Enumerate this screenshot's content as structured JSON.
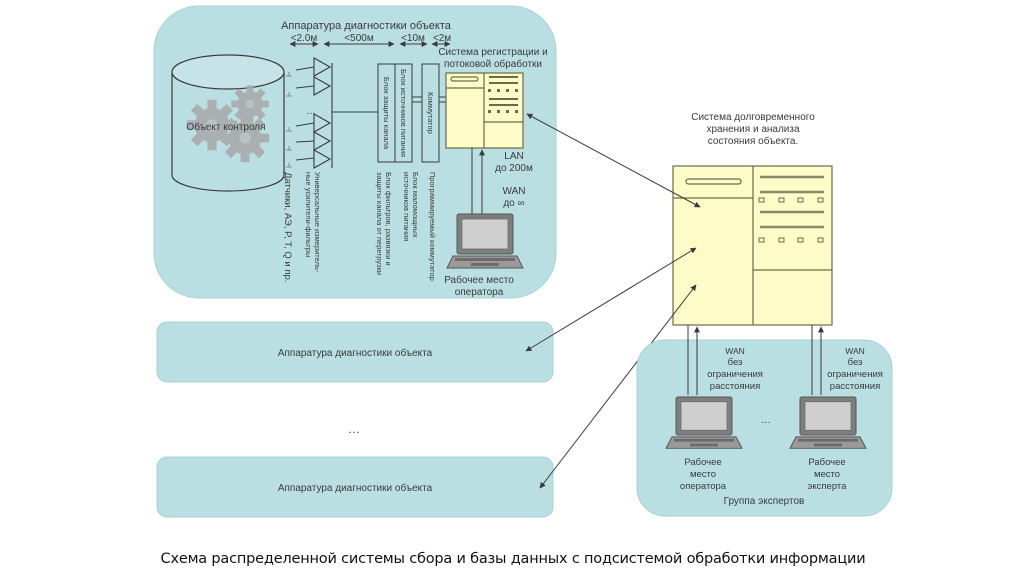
{
  "colors": {
    "panel_fill": "#badfe2",
    "panel_stroke": "#9ccbd0",
    "cabinet_fill": "#fdfbc8",
    "cabinet_stroke": "#6b6b4a",
    "line": "#4a4a4a",
    "gear": "#a9acac",
    "laptop_body": "#8d8d8d",
    "laptop_screen": "#cfcfcf"
  },
  "main_panel": {
    "title": "Аппаратура диагностики объекта",
    "distances": [
      "<2.0м",
      "<500м",
      "<10м",
      "<2м"
    ],
    "object_label": "Объект контроля",
    "dots": "…",
    "vertical_labels": {
      "sensors": "Датчики, АЭ, P, T, Q и пр.",
      "amplifiers_line1": "Универсальные измеритель-",
      "amplifiers_line2": "ные усилители-фильтры",
      "channel_protection": "Блок защиты канала",
      "power_source": "Блок источников питания",
      "switch": "Коммутатор",
      "filters_line1": "Блок фильтров, развязки и",
      "filters_line2": "защиты канала от перегрузки",
      "lowpower_line1": "Блок маломощных",
      "lowpower_line2": "источников питания",
      "prog_switch": "Программируемый коммутатор"
    },
    "registration_system_line1": "Система регистрации и",
    "registration_system_line2": "потоковой обработки",
    "lan_line1": "LAN",
    "lan_line2": "до 200м",
    "wan_line1": "WAN",
    "wan_line2": "до ∞",
    "operator_line1": "Рабочее место",
    "operator_line2": "оператора"
  },
  "object_boxes": [
    {
      "label": "Аппаратура диагностики объекта"
    },
    {
      "label": "Аппаратура диагностики объекта"
    }
  ],
  "between_dots": "…",
  "storage_system": {
    "line1": "Система долговременного",
    "line2": "хранения и анализа",
    "line3": "состояния объекта."
  },
  "experts_group": {
    "title": "Группа экспертов",
    "dots": "…",
    "wan_label": [
      "WAN",
      "без",
      "ограничения",
      "расстояния"
    ],
    "workstations": [
      {
        "lines": [
          "Рабочее",
          "место",
          "оператора"
        ]
      },
      {
        "lines": [
          "Рабочее",
          "место",
          "эксперта"
        ]
      }
    ]
  },
  "caption": "Схема распределенной системы сбора и базы данных с подсистемой обработки информации"
}
